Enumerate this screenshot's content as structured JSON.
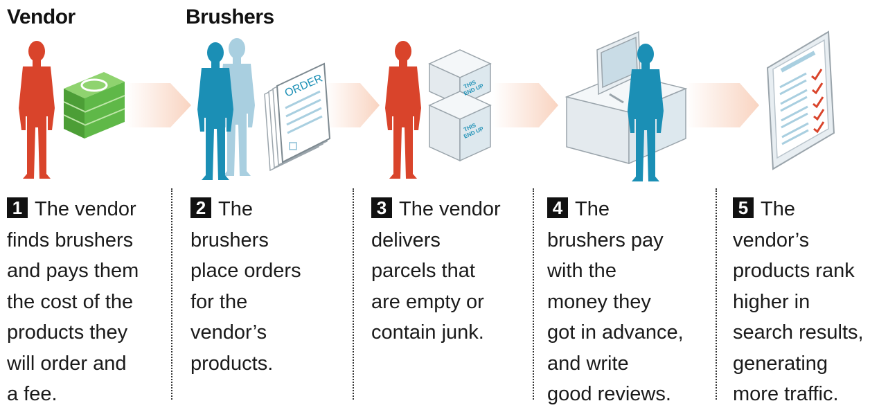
{
  "labels": {
    "vendor": "Vendor",
    "brushers": "Brushers"
  },
  "icons": {
    "order_text": "ORDER",
    "box_text": [
      "THIS",
      "END UP"
    ]
  },
  "colors": {
    "vendor": "#d9442b",
    "brusher": "#1b8fb5",
    "brusher_light": "#a9cfe0",
    "money": "#5fb848",
    "arrow": "#fbe1d3",
    "outline": "#b9c4cc"
  },
  "steps": [
    {
      "number": "1",
      "lines": [
        "The vendor",
        "finds brushers",
        "and pays them",
        "the cost of the",
        "products they",
        "will order and",
        "a fee."
      ]
    },
    {
      "number": "2",
      "lines": [
        "The",
        "brushers",
        "place orders",
        "for the",
        "vendor’s",
        "products."
      ]
    },
    {
      "number": "3",
      "lines": [
        "The vendor",
        "delivers",
        "parcels that",
        "are empty or",
        "contain junk."
      ]
    },
    {
      "number": "4",
      "lines": [
        "The",
        "brushers pay",
        "with the",
        "money they",
        "got in advance,",
        "and write",
        "good reviews."
      ]
    },
    {
      "number": "5",
      "lines": [
        "The",
        "vendor’s",
        "products rank",
        "higher in",
        "search results,",
        "generating",
        "more traffic."
      ]
    }
  ]
}
